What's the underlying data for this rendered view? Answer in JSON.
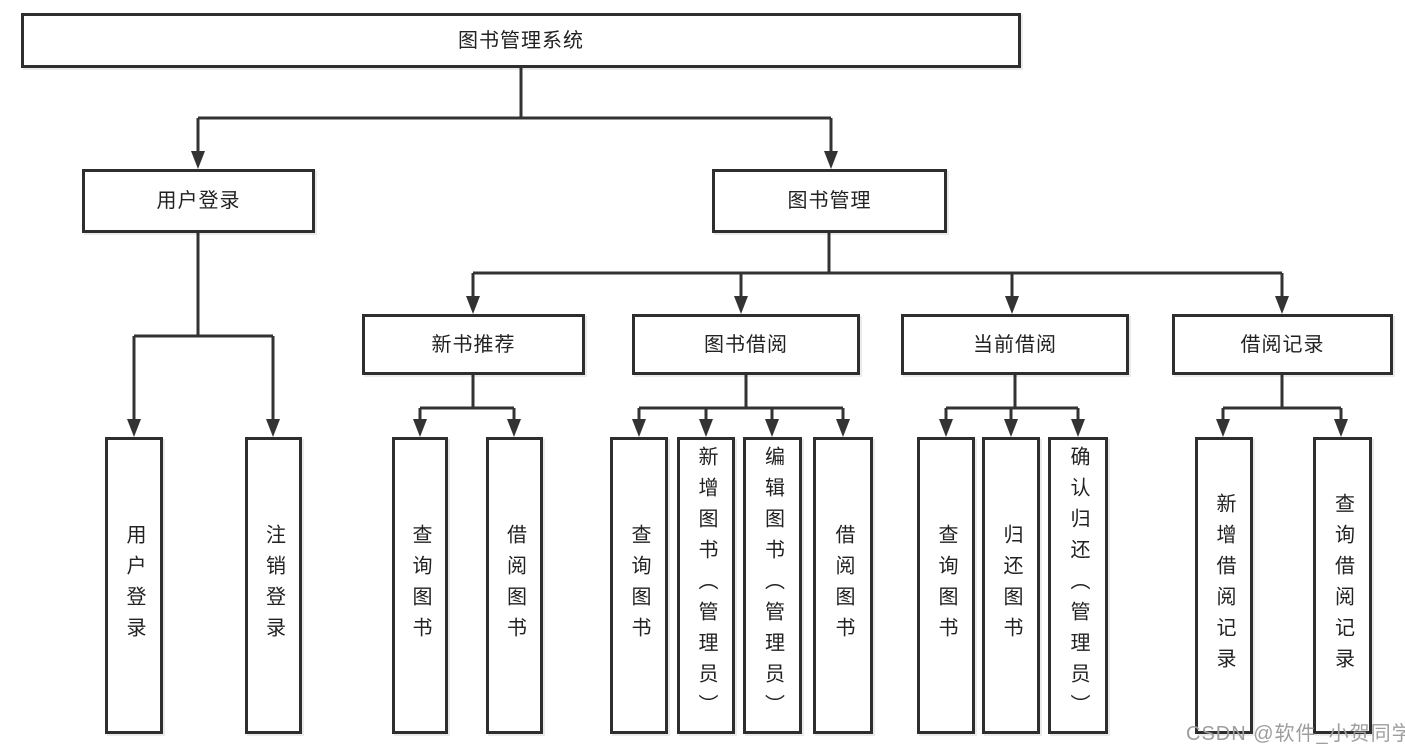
{
  "diagram": {
    "title": "图书管理系统",
    "type": "functional-structure-tree",
    "watermark": "CSDN @软件_小贺同学",
    "colors": {
      "line": "#333333",
      "border": "#2e2e2e",
      "text": "#222222",
      "watermark": "#9e9e9e",
      "bg": "#ffffff"
    },
    "tree": {
      "label": "图书管理系统",
      "children": [
        {
          "label": "用户登录",
          "children": [
            {
              "label": "用户登录"
            },
            {
              "label": "注销登录"
            }
          ]
        },
        {
          "label": "图书管理",
          "children": [
            {
              "label": "新书推荐",
              "children": [
                {
                  "label": "查询图书"
                },
                {
                  "label": "借阅图书"
                }
              ]
            },
            {
              "label": "图书借阅",
              "children": [
                {
                  "label": "查询图书"
                },
                {
                  "label": "新增图书（管理员）"
                },
                {
                  "label": "编辑图书（管理员）"
                },
                {
                  "label": "借阅图书"
                }
              ]
            },
            {
              "label": "当前借阅",
              "children": [
                {
                  "label": "查询图书"
                },
                {
                  "label": "归还图书"
                },
                {
                  "label": "确认归还（管理员）"
                }
              ]
            },
            {
              "label": "借阅记录",
              "children": [
                {
                  "label": "新增借阅记录"
                },
                {
                  "label": "查询借阅记录"
                }
              ]
            }
          ]
        }
      ]
    }
  }
}
